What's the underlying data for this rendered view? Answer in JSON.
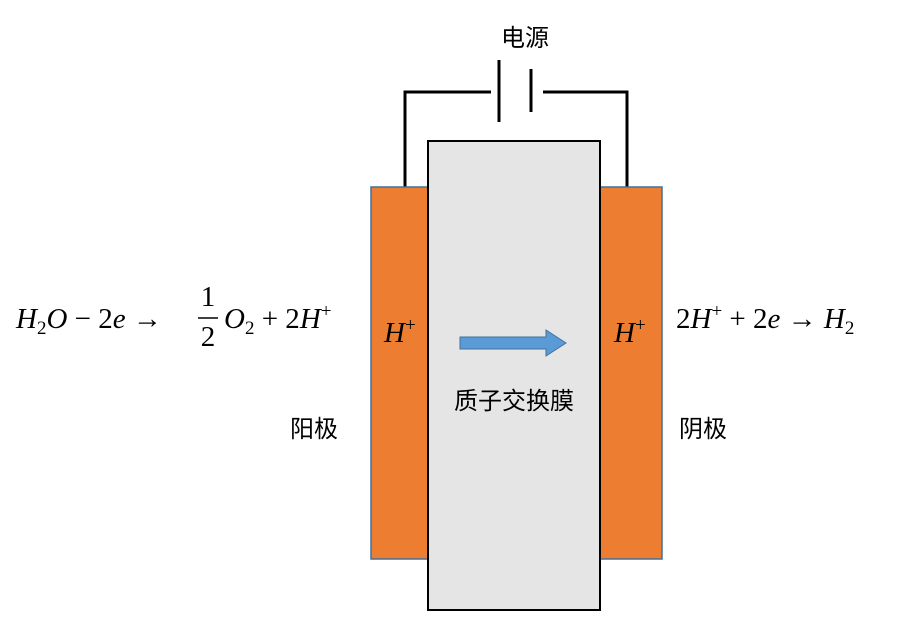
{
  "labels": {
    "power_source": "电源",
    "anode": "阳极",
    "cathode": "阴极",
    "membrane": "质子交换膜",
    "proton_left": "H",
    "proton_right": "H",
    "plus": "+"
  },
  "equations": {
    "anode": {
      "h": "H",
      "sub2": "2",
      "o": "O",
      "minus": " − 2",
      "e": "e",
      "arrow": " → ",
      "frac_num": "1",
      "frac_den": "2",
      "o2": "O",
      "sub2b": "2",
      "plus_2": " + 2",
      "h2": "H",
      "sup": "+"
    },
    "cathode": {
      "two": "2",
      "h": "H",
      "sup": "+",
      "plus_2": " + 2",
      "e": "e",
      "arrow": " → ",
      "h2": "H",
      "sub2": "2"
    }
  },
  "colors": {
    "electrode": "#ED7D31",
    "electrode_border": "#41719C",
    "membrane": "#E5E5E5",
    "arrow": "#5B9BD5"
  }
}
